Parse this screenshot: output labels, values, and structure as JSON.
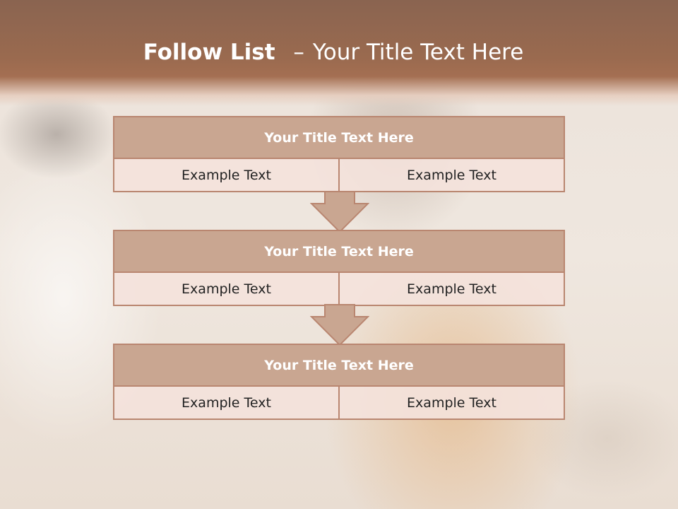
{
  "slide": {
    "title_bold": "Follow List",
    "title_separator": "–",
    "title_rest": "Your Title Text Here"
  },
  "steps": [
    {
      "title": "Your Title Text Here",
      "left": "Example Text",
      "right": "Example Text"
    },
    {
      "title": "Your Title Text Here",
      "left": "Example Text",
      "right": "Example Text"
    },
    {
      "title": "Your Title Text Here",
      "left": "Example Text",
      "right": "Example Text"
    }
  ],
  "colors": {
    "header_band": "#9a6a4f",
    "box_header": "#c9a691",
    "box_border": "#b98670",
    "box_cell": "#f4e2dc",
    "arrow_fill": "#c9a691"
  },
  "icons": {
    "connector": "down-arrow-icon"
  }
}
